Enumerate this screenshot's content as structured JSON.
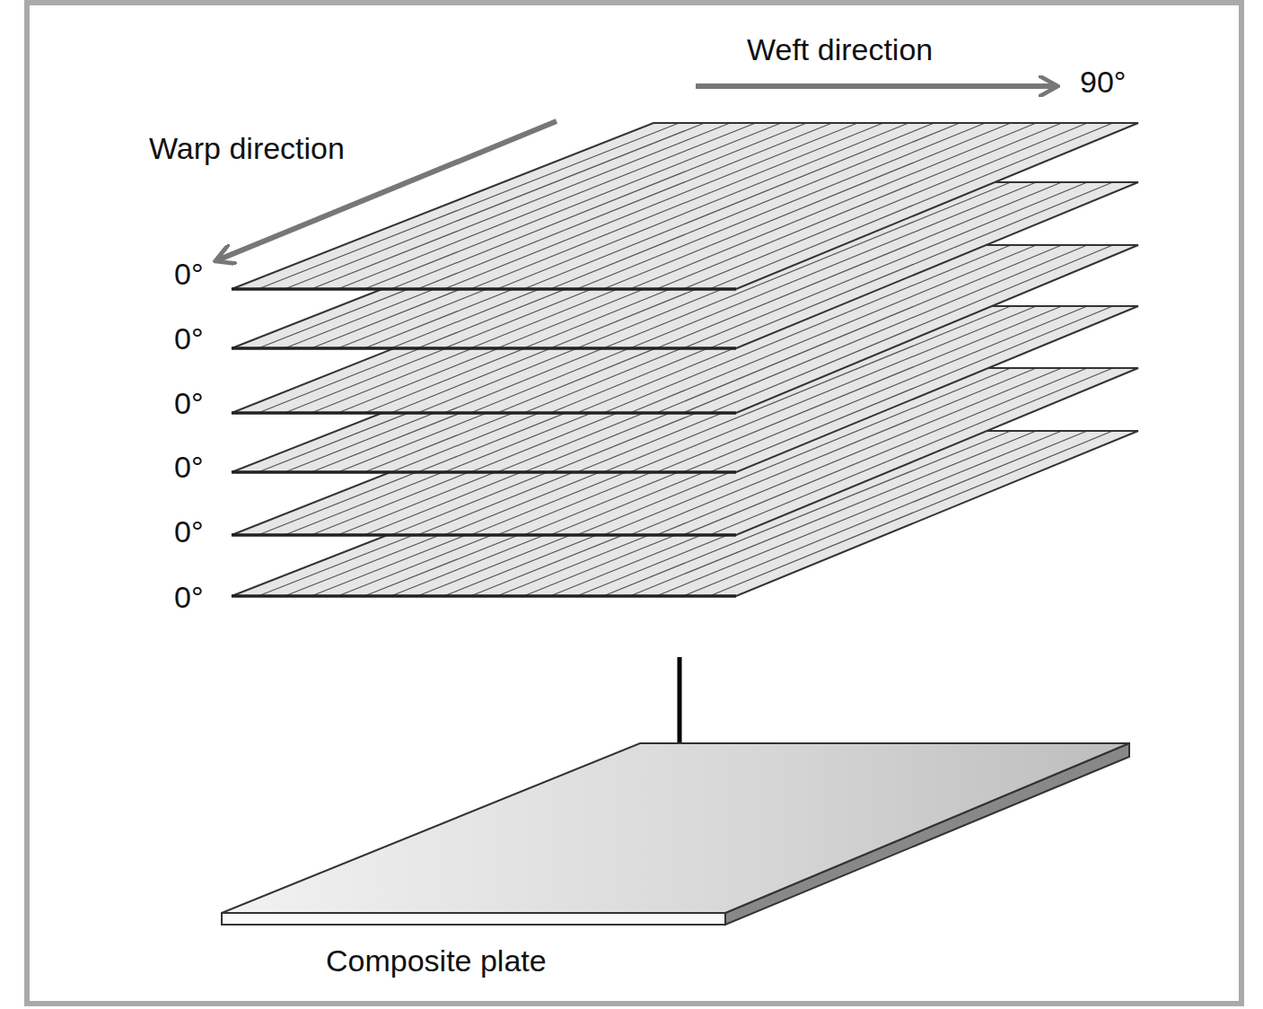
{
  "diagram": {
    "labels": [
      "Weft direction",
      "90°",
      "Warp direction",
      "0°",
      "0°",
      "0°",
      "0°",
      "0°",
      "0°",
      "Composite plate"
    ]
  }
}
